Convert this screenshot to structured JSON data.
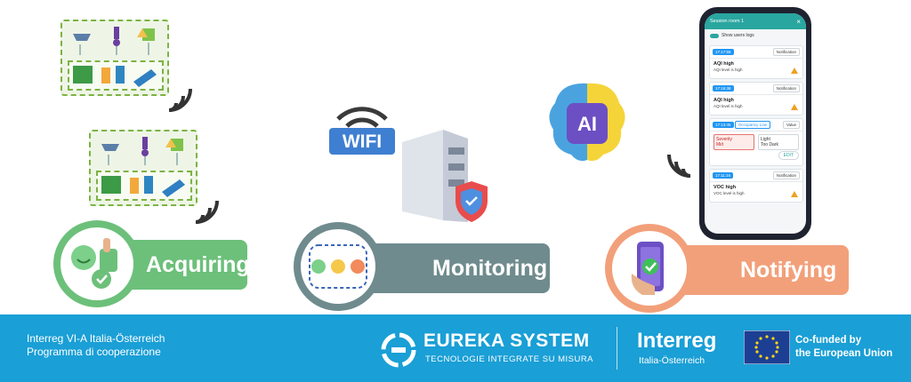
{
  "steps": [
    {
      "label": "Acquiring",
      "color": "#6cc07a"
    },
    {
      "label": "Monitoring",
      "color": "#6f8b8e"
    },
    {
      "label": "Notifying",
      "color": "#f2a07a"
    }
  ],
  "wifi_label": "WIFI",
  "ai_label": "AI",
  "phone": {
    "header_title": "Session room 1",
    "close": "×",
    "toggle_label": "Show users logs",
    "notification_tag": "Notification",
    "value_tag": "Value",
    "cards": [
      {
        "time": "17:17:56",
        "title": "AQI high",
        "text": "AQI level is high"
      },
      {
        "time": "17:16:38",
        "title": "AQI high",
        "text": "AQI level is high"
      },
      {
        "time": "17:11:16",
        "title": "VOC high",
        "text": "VOC level is high"
      }
    ],
    "value_card": {
      "time": "17:13:45",
      "chip": "Occupancy Low",
      "severity_label": "Severity",
      "severity_value": "Mid",
      "light_label": "Light",
      "light_value": "Too Dark",
      "edit_label": "EDIT"
    }
  },
  "footer": {
    "line1": "Interreg VI-A Italia-Österreich",
    "line2": "Programma di cooperazione",
    "eureka_title": "EUREKA SYSTEM",
    "eureka_sub": "TECNOLOGIE INTEGRATE SU MISURA",
    "interreg_title": "Interreg",
    "interreg_sub": "Italia-Österreich",
    "cofunded1": "Co-funded by",
    "cofunded2": "the European Union"
  }
}
